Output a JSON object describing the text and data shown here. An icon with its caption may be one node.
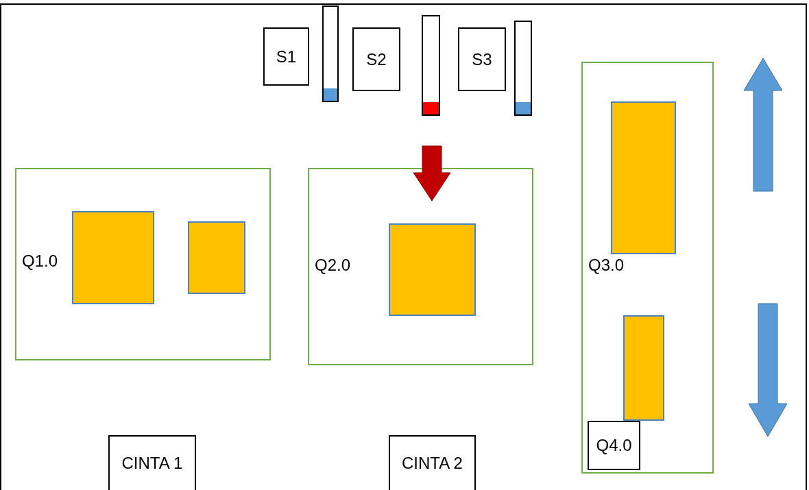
{
  "diagram": {
    "nodes": [
      {
        "text": [
          "S1"
        ]
      },
      {
        "text": [],
        "shape": "bar"
      },
      {
        "text": [
          "S2"
        ]
      },
      {
        "text": [],
        "shape": "bar"
      },
      {
        "text": [
          "S3"
        ]
      },
      {
        "text": [],
        "shape": "bar"
      },
      {
        "text": [
          "Q1.0"
        ]
      },
      {
        "text": [],
        "shape": "box",
        "in": 6
      },
      {
        "text": [],
        "shape": "box",
        "in": 6
      },
      {
        "text": [
          "Q2.0"
        ]
      },
      {
        "text": [],
        "shape": "box",
        "in": 9
      },
      {
        "text": [
          "Q3.0"
        ]
      },
      {
        "text": [],
        "shape": "box",
        "in": 11
      },
      {
        "text": [],
        "shape": "box",
        "in": 11
      },
      {
        "text": [
          "Q4.0"
        ],
        "in": 11
      },
      {
        "text": [
          "CINTA 1"
        ]
      },
      {
        "text": [
          "CINTA 2"
        ]
      }
    ]
  }
}
